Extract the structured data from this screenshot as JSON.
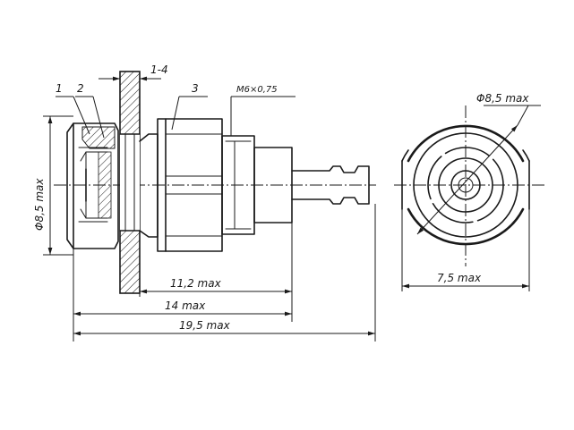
{
  "labels": {
    "part1": "1",
    "part2": "2",
    "part3": "3",
    "thickness": "1-4",
    "thread": "M6×0,75",
    "dia_side": "Φ8,5 max",
    "dia_end": "Φ8,5 max",
    "width_end": "7,5 max",
    "len_112": "11,2 max",
    "len_14": "14 max",
    "len_195": "19,5 max"
  },
  "colors": {
    "ink": "#1a1a1a",
    "paper": "#ffffff"
  }
}
